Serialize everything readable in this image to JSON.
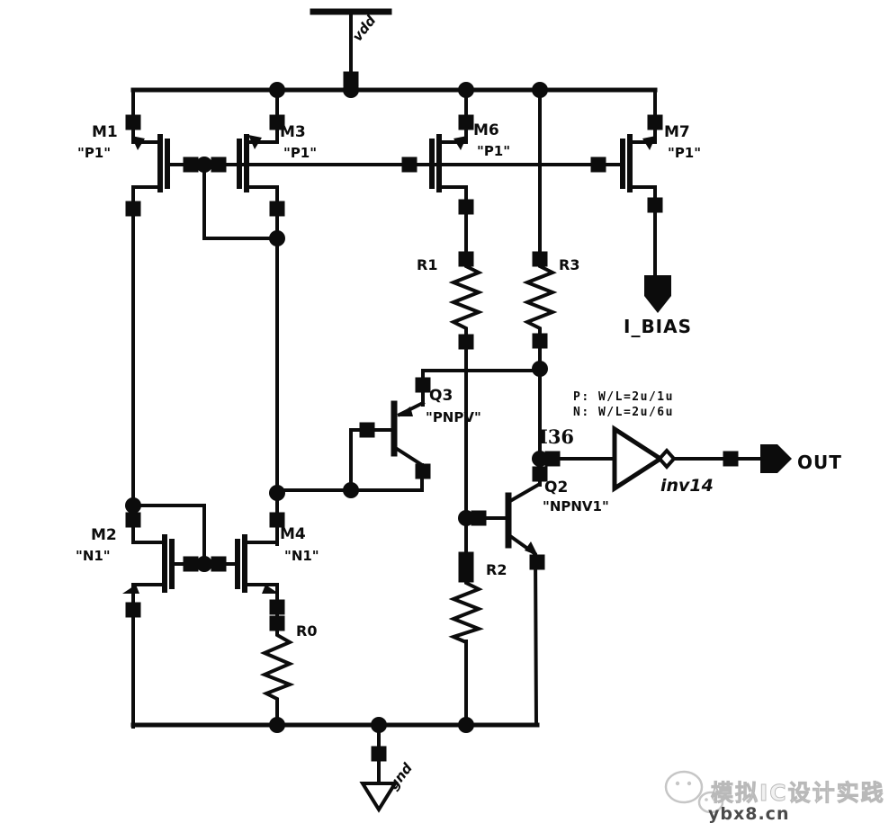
{
  "colors": {
    "ink": "#0c0c0c",
    "background": "#ffffff",
    "watermark_gray": "#c6c6c6"
  },
  "ports": {
    "vdd": "vdd",
    "gnd": "gnd",
    "ibias": "I_BIAS",
    "out": "OUT"
  },
  "devices": {
    "m1": {
      "ref": "M1",
      "model": "\"P1\""
    },
    "m3": {
      "ref": "M3",
      "model": "\"P1\""
    },
    "m6": {
      "ref": "M6",
      "model": "\"P1\""
    },
    "m7": {
      "ref": "M7",
      "model": "\"P1\""
    },
    "m2": {
      "ref": "M2",
      "model": "\"N1\""
    },
    "m4": {
      "ref": "M4",
      "model": "\"N1\""
    },
    "q3": {
      "ref": "Q3",
      "model": "\"PNPV\""
    },
    "q2": {
      "ref": "Q2",
      "model": "\"NPNV1\""
    },
    "r1": {
      "ref": "R1"
    },
    "r3": {
      "ref": "R3"
    },
    "r0": {
      "ref": "R0"
    },
    "r2": {
      "ref": "R2"
    },
    "inverter": {
      "instance": "I36",
      "label": "inv14"
    }
  },
  "annotation": {
    "line1": "P: W/L=2u/1u",
    "line2": "N: W/L=2u/6u"
  },
  "watermark": {
    "brand": "模拟IC设计实践",
    "site": "ybx8.cn"
  }
}
